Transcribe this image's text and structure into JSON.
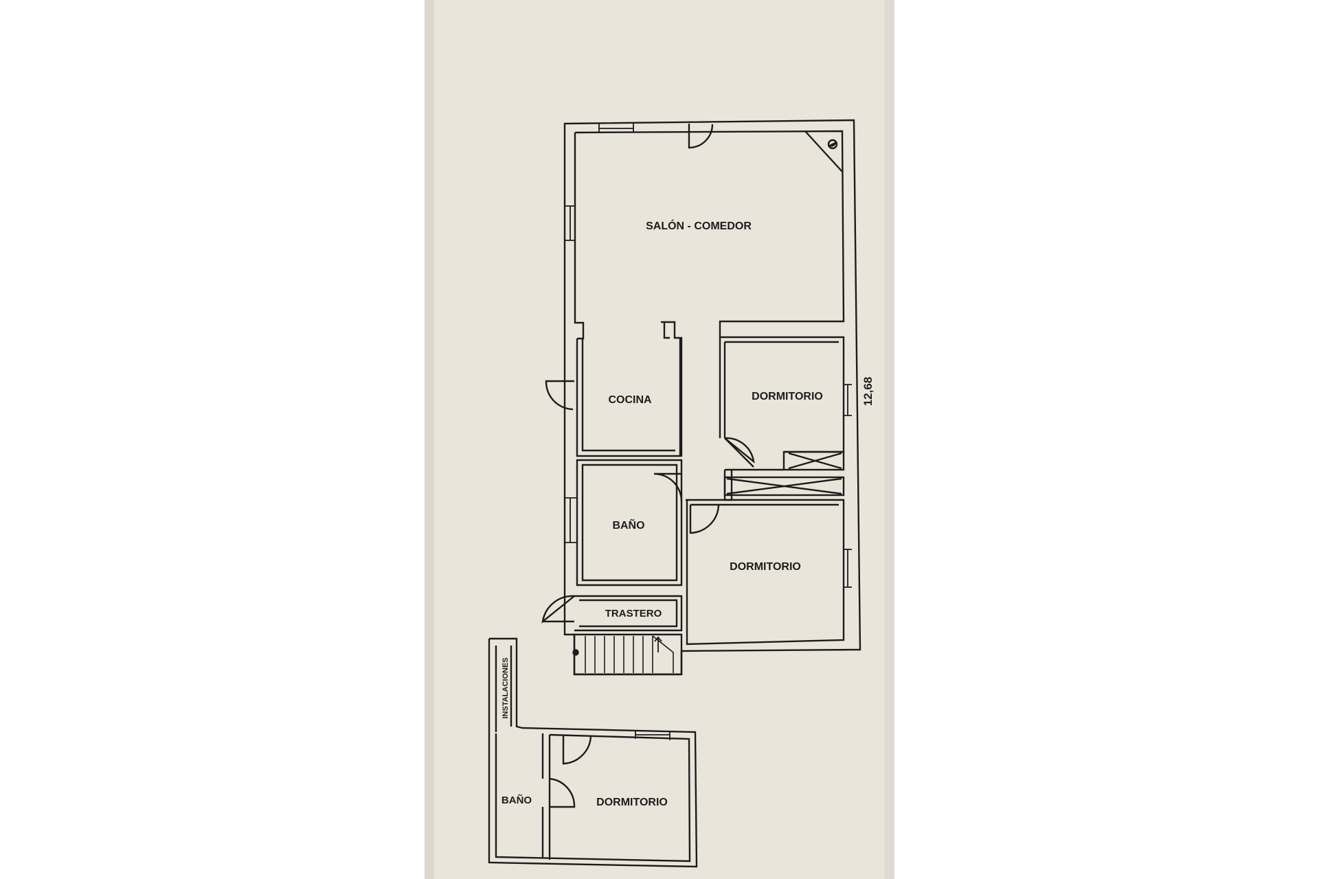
{
  "plan": {
    "dimension_label": "12,68",
    "upper_floor": {
      "rooms": [
        {
          "id": "salon",
          "label": "SALÓN - COMEDOR"
        },
        {
          "id": "cocina",
          "label": "COCINA"
        },
        {
          "id": "dormitorio-1",
          "label": "DORMITORIO"
        },
        {
          "id": "bano-1",
          "label": "BAÑO"
        },
        {
          "id": "dormitorio-2",
          "label": "DORMITORIO"
        },
        {
          "id": "trastero",
          "label": "TRASTERO"
        }
      ]
    },
    "lower_floor": {
      "rooms": [
        {
          "id": "instalaciones",
          "label": "INSTALACIONES"
        },
        {
          "id": "bano-2",
          "label": "BAÑO"
        },
        {
          "id": "dormitorio-3",
          "label": "DORMITORIO"
        }
      ]
    }
  },
  "colors": {
    "background": "#ffffff",
    "paper": "#e9e5da",
    "ink": "#1c1c1c"
  }
}
